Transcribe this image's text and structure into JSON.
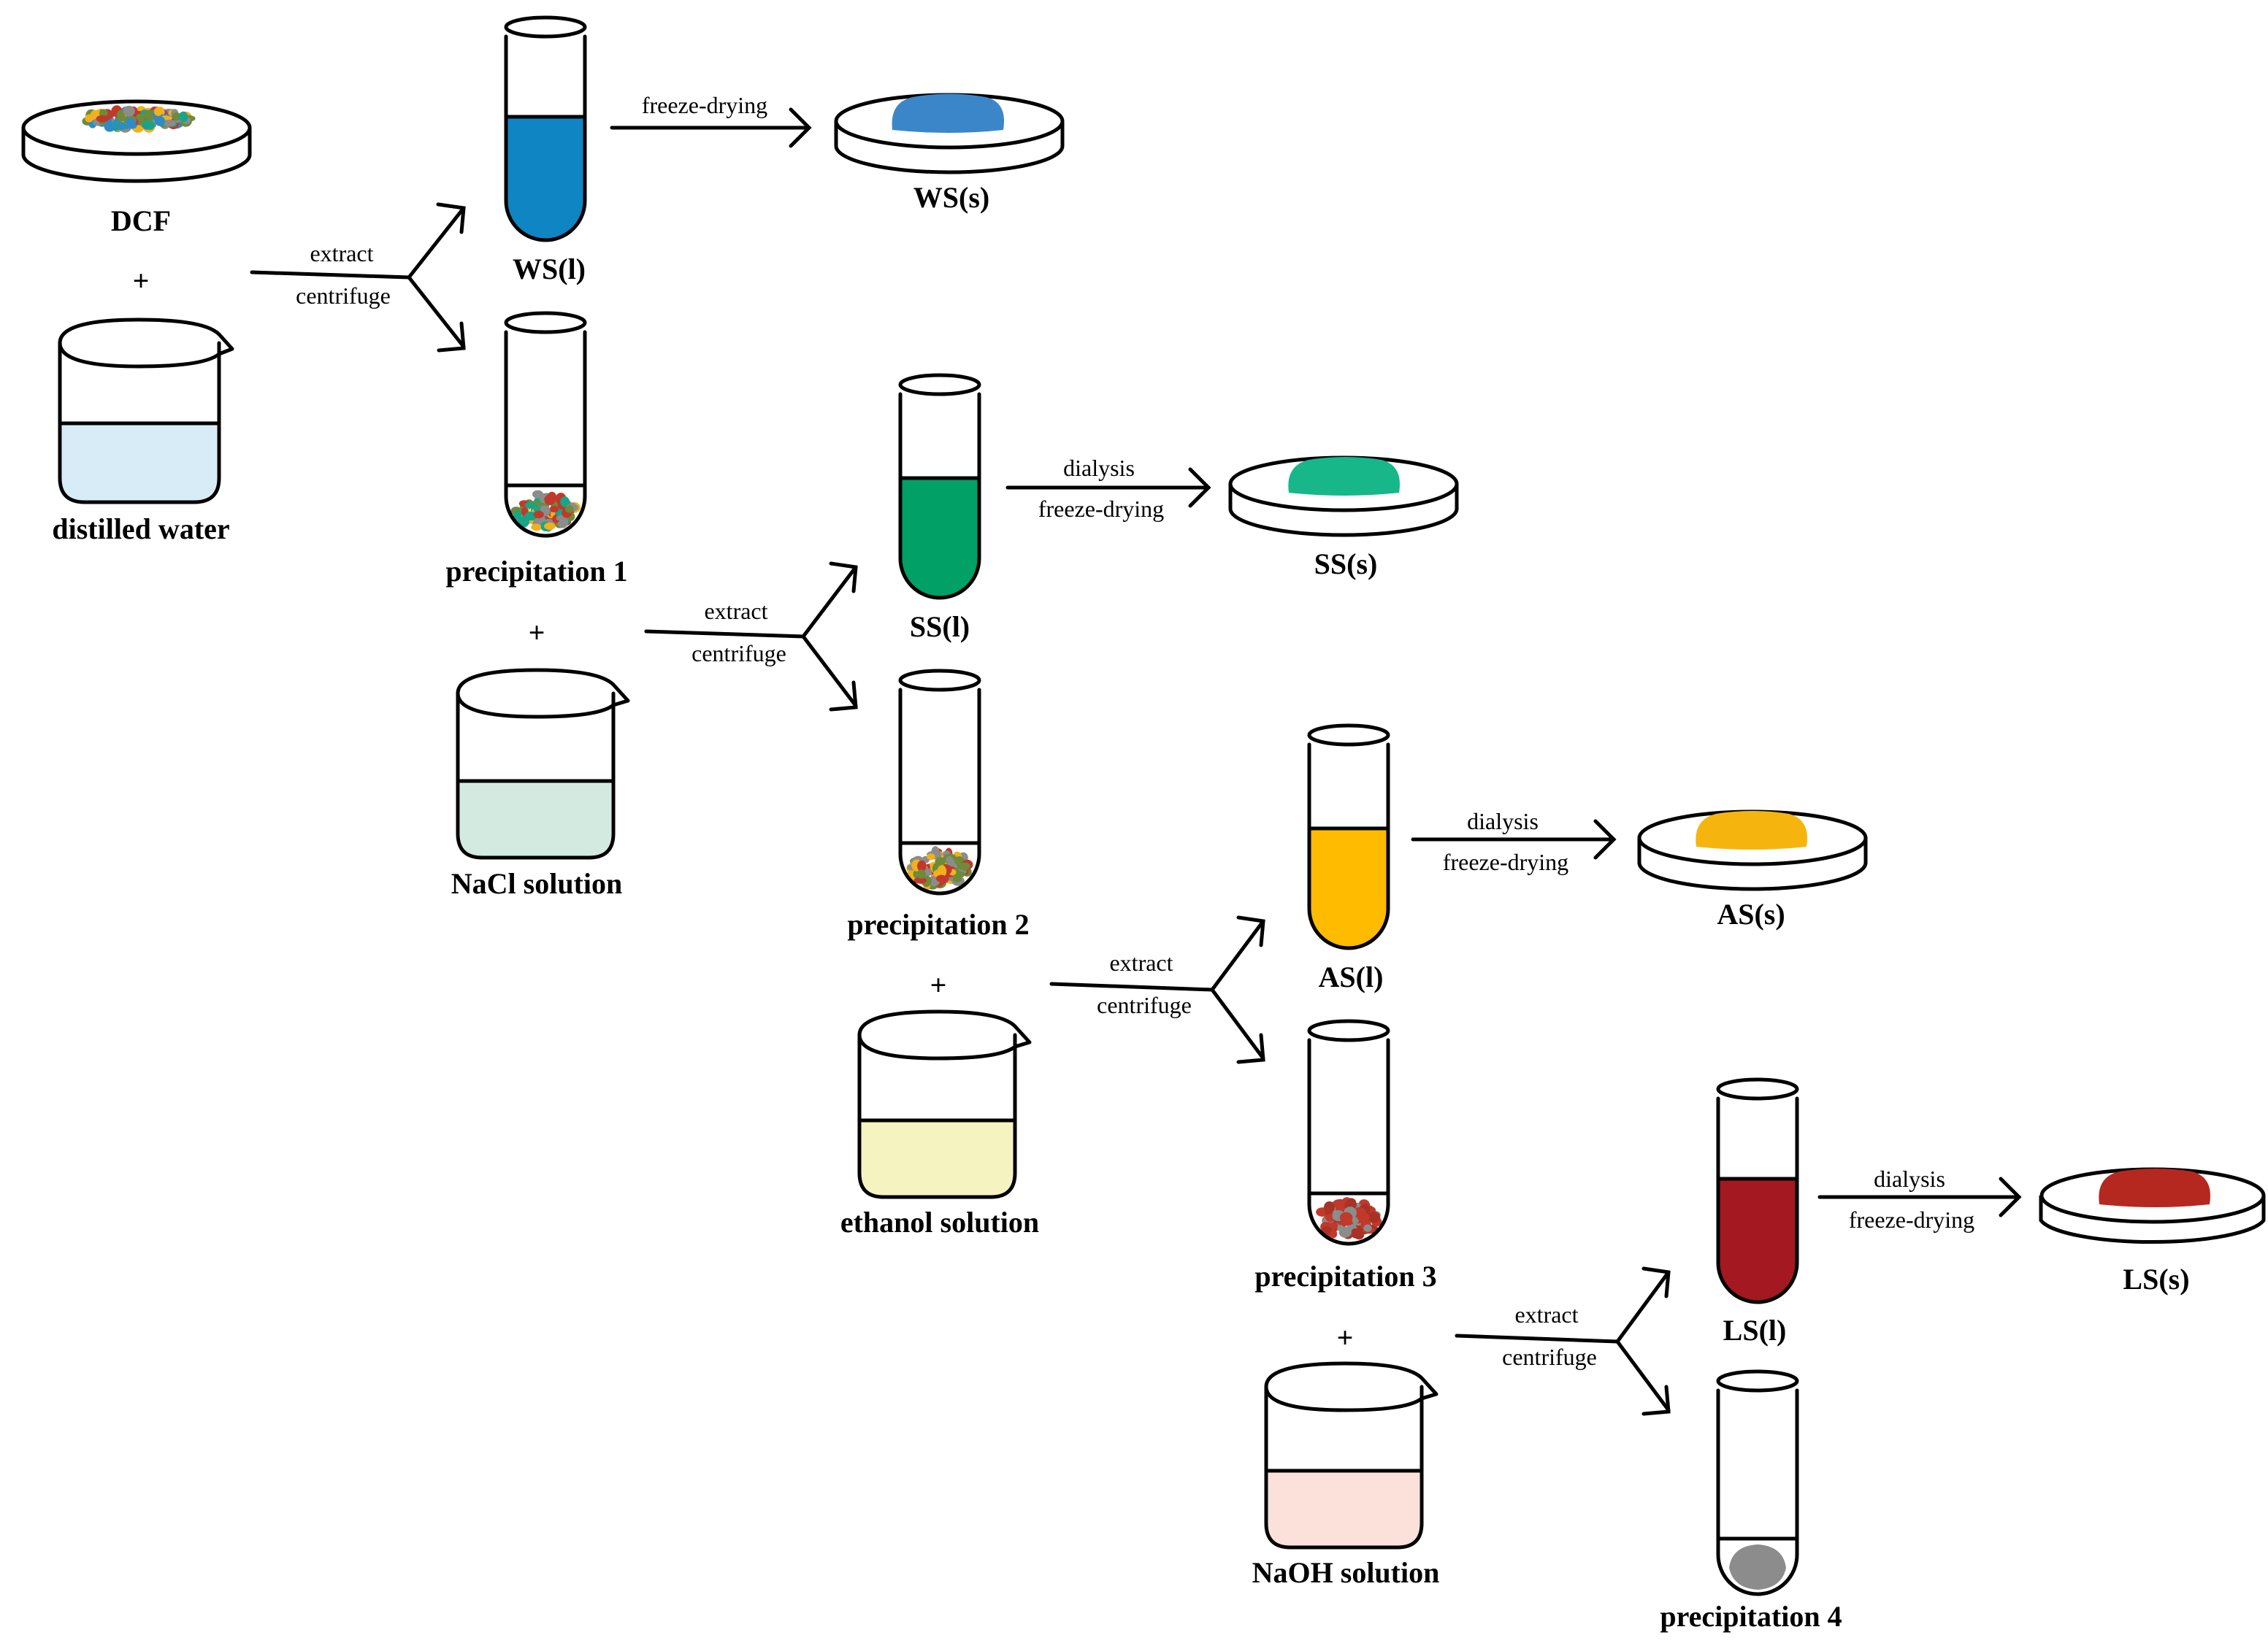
{
  "colors": {
    "ws": "#1085c4",
    "ss": "#00a067",
    "as": "#ffbb00",
    "ls": "#a31821",
    "ws_solid": "#3b86c9",
    "ss_solid": "#17b78a",
    "as_solid": "#f6b50e",
    "ls_solid": "#b52820",
    "water": "#d7ecf7",
    "nacl": "#d3eae1",
    "ethanol": "#f5f3bf",
    "naoh": "#fce1db",
    "precip4": "#8c8c8c"
  },
  "start": {
    "material": "DCF",
    "plus": "+",
    "solvent": "distilled water"
  },
  "stage1": {
    "step_top": "extract",
    "step_bottom": "centrifuge",
    "supernatant": "WS(l)",
    "dry_top": "freeze-drying",
    "product": "WS(s)",
    "precipitate": "precipitation 1",
    "plus": "+",
    "next_solvent": "NaCl solution"
  },
  "stage2": {
    "step_top": "extract",
    "step_bottom": "centrifuge",
    "supernatant": "SS(l)",
    "dry_top": "dialysis",
    "dry_bottom": "freeze-drying",
    "product": "SS(s)",
    "precipitate": "precipitation 2",
    "plus": "+",
    "next_solvent": "ethanol solution"
  },
  "stage3": {
    "step_top": "extract",
    "step_bottom": "centrifuge",
    "supernatant": "AS(l)",
    "dry_top": "dialysis",
    "dry_bottom": "freeze-drying",
    "product": "AS(s)",
    "precipitate": "precipitation 3",
    "plus": "+",
    "next_solvent": "NaOH solution"
  },
  "stage4": {
    "step_top": "extract",
    "step_bottom": "centrifuge",
    "supernatant": "LS(l)",
    "dry_top": "dialysis",
    "dry_bottom": "freeze-drying",
    "product": "LS(s)",
    "precipitate": "precipitation 4"
  }
}
